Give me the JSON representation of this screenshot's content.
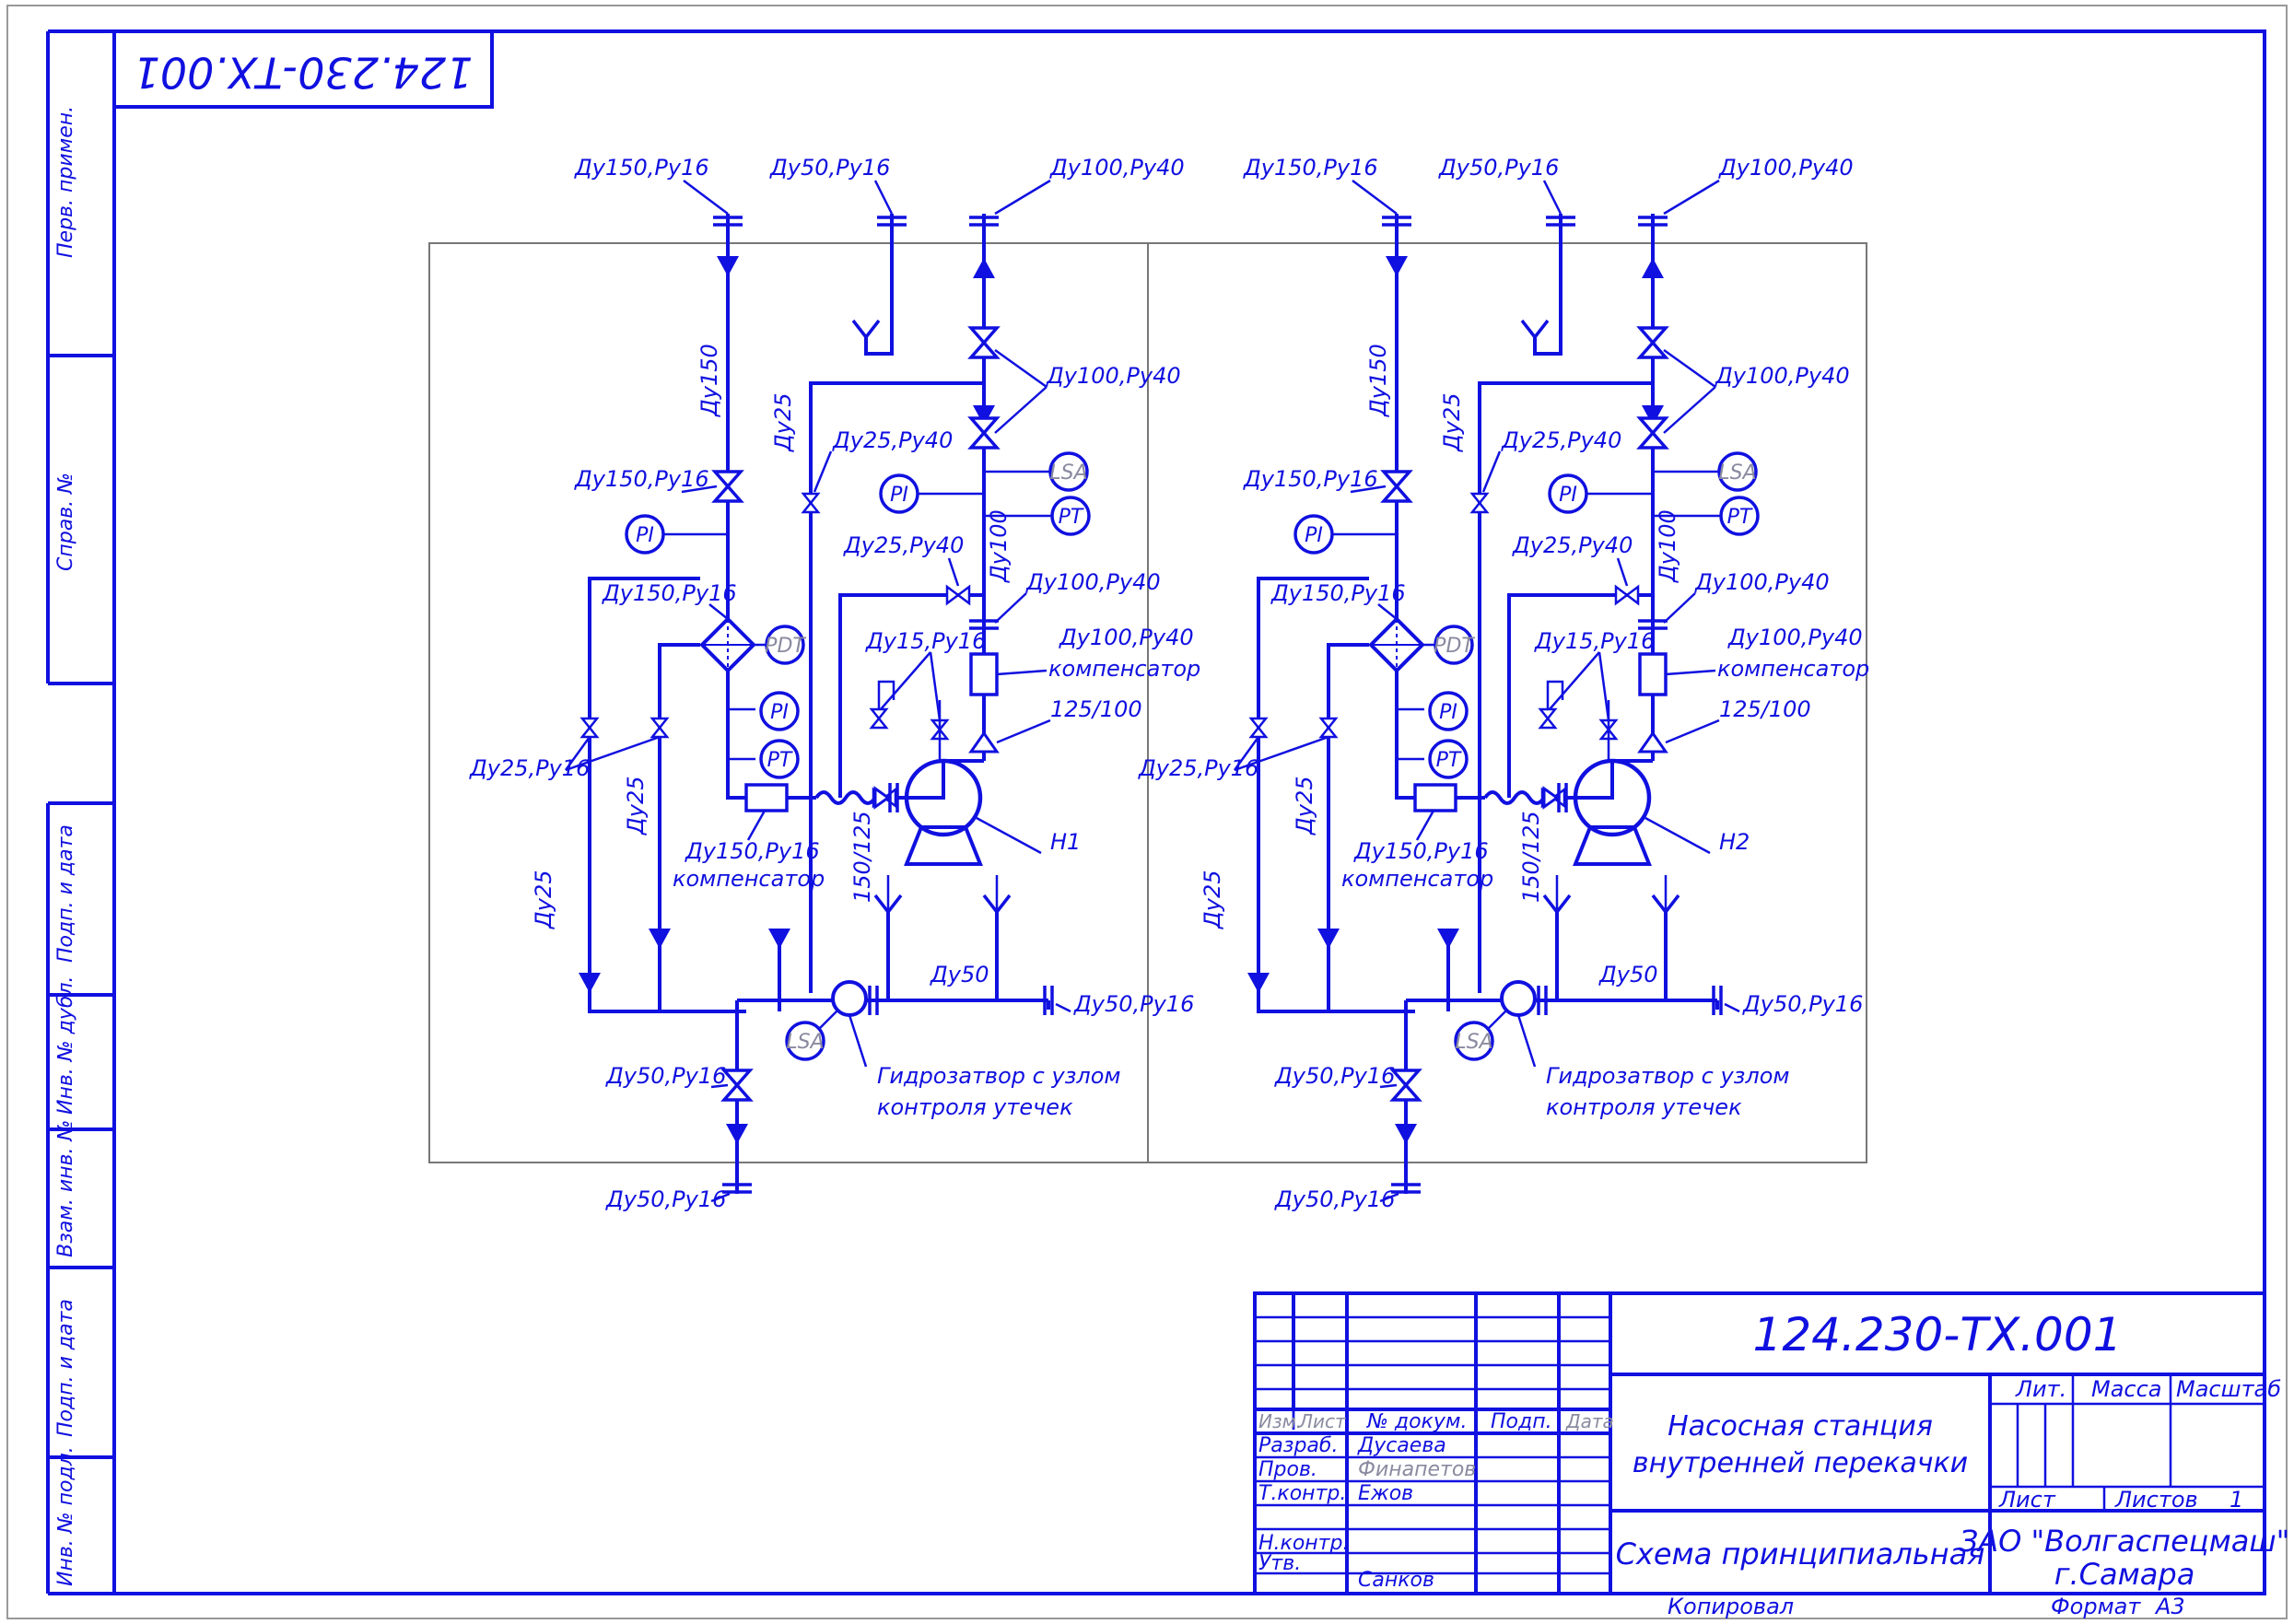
{
  "stamp_top": "124.230-ТХ.001",
  "side_labels": [
    "Перв. примен.",
    "Справ. №",
    "Подп. и дата",
    "Инв. № дубл.",
    "Взам. инв. №",
    "Подп. и дата",
    "Инв. № подл."
  ],
  "units": [
    {
      "id": "N1",
      "pump": "Н1",
      "in_top": "Ду150,Ру16",
      "vent_top": "Ду50,Ру16",
      "out_top": "Ду100,Ру40",
      "out_valves": "Ду100,Ру40",
      "riser_in": "Ду150",
      "valve_in": "Ду150,Ру16",
      "bypass_riser": "Ду25",
      "bypass_valve": "Ду25,Ру40",
      "pi1": "PI",
      "pi2": "PI",
      "pi3": "PI",
      "lsa1": "LSA",
      "pt1": "PT",
      "pt2": "PT",
      "pdt": "PDT",
      "recirc_valve": "Ду25,Ру40",
      "out_riser": "Ду100",
      "out_check": "Ду100,Ру40",
      "filter": "Ду150,Ру16",
      "seal_valves": "Ду15,Ру16",
      "comp_out_dn": "Ду100,Ру40",
      "comp_out": "компенсатор",
      "reducer_out": "125/100",
      "drains": "Ду25,Ру16",
      "drain_riser1": "Ду25",
      "drain_riser2": "Ду25",
      "comp_in_dn": "Ду150,Ру16",
      "comp_in": "компенсатор",
      "reducer_in": "150/125",
      "dn50": "Ду50",
      "out_right": "Ду50,Ру16",
      "lsa2": "LSA",
      "valve_bot": "Ду50,Ру16",
      "out_bot": "Ду50,Ру16",
      "hydro1": "Гидрозатвор с узлом",
      "hydro2": "контроля утечек"
    },
    {
      "id": "N2",
      "pump": "Н2",
      "in_top": "Ду150,Ру16",
      "vent_top": "Ду50,Ру16",
      "out_top": "Ду100,Ру40",
      "out_valves": "Ду100,Ру40",
      "riser_in": "Ду150",
      "valve_in": "Ду150,Ру16",
      "bypass_riser": "Ду25",
      "bypass_valve": "Ду25,Ру40",
      "pi1": "PI",
      "pi2": "PI",
      "pi3": "PI",
      "lsa1": "LSA",
      "pt1": "PT",
      "pt2": "PT",
      "pdt": "PDT",
      "recirc_valve": "Ду25,Ру40",
      "out_riser": "Ду100",
      "out_check": "Ду100,Ру40",
      "filter": "Ду150,Ру16",
      "seal_valves": "Ду15,Ру16",
      "comp_out_dn": "Ду100,Ру40",
      "comp_out": "компенсатор",
      "reducer_out": "125/100",
      "drains": "Ду25,Ру16",
      "drain_riser1": "Ду25",
      "drain_riser2": "Ду25",
      "comp_in_dn": "Ду150,Ру16",
      "comp_in": "компенсатор",
      "reducer_in": "150/125",
      "dn50": "Ду50",
      "out_right": "Ду50,Ру16",
      "lsa2": "LSA",
      "valve_bot": "Ду50,Ру16",
      "out_bot": "Ду50,Ру16",
      "hydro1": "Гидрозатвор с узлом",
      "hydro2": "контроля утечек"
    }
  ],
  "title_block": {
    "doc_number": "124.230-ТХ.001",
    "headers": {
      "izm": "Изм.",
      "list": "Лист",
      "doc": "№ докум.",
      "sign": "Подп.",
      "date": "Дата"
    },
    "roles": {
      "razrab": "Разраб.",
      "prov": "Пров.",
      "tkontr": "Т.контр.",
      "nkontr": "Н.контр.",
      "utv": "Утв."
    },
    "names": {
      "razrab": "Дусаева",
      "prov": "Финапетов",
      "tkontr": "Ежов",
      "utv": "Санков"
    },
    "title_line1": "Насосная станция",
    "title_line2": "внутренней перекачки",
    "subtitle": "Схема принципиальная",
    "lit": "Лит.",
    "massa": "Масса",
    "masshtab": "Масштаб",
    "sheet_label": "Лист",
    "sheets_label": "Листов",
    "sheets_value": "1",
    "org_line1": "ЗАО \"Волгаспецмаш\"",
    "org_line2": "г.Самара",
    "copied": "Копировал",
    "format_label": "Формат",
    "format_value": "А3"
  }
}
